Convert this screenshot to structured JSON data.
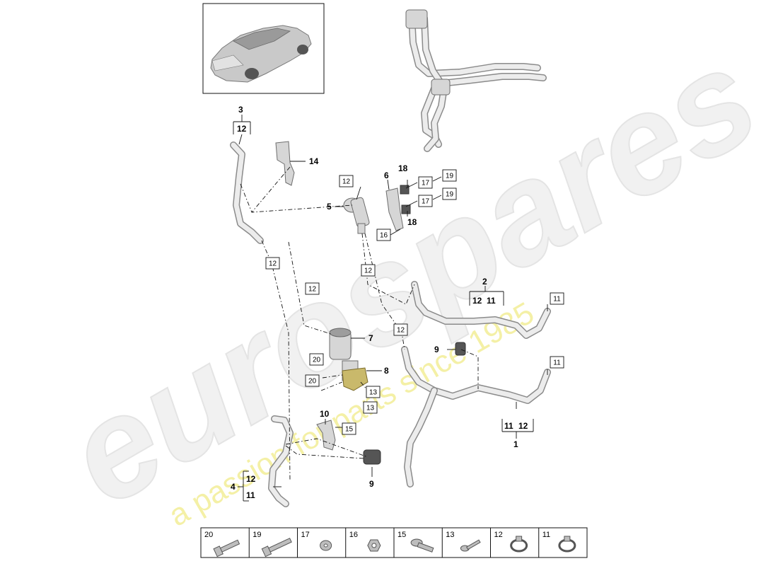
{
  "watermark": {
    "brand": "eurospares",
    "tagline": "a passion for parts since 1985"
  },
  "callouts": [
    {
      "id": "c3",
      "text": "3"
    },
    {
      "id": "c3sub",
      "text": "12"
    },
    {
      "id": "c14",
      "text": "14"
    },
    {
      "id": "c5",
      "text": "5"
    },
    {
      "id": "c6",
      "text": "6"
    },
    {
      "id": "c18a",
      "text": "18"
    },
    {
      "id": "c18b",
      "text": "18"
    },
    {
      "id": "c2",
      "text": "2"
    },
    {
      "id": "c2a",
      "text": "12"
    },
    {
      "id": "c2b",
      "text": "11"
    },
    {
      "id": "c7",
      "text": "7"
    },
    {
      "id": "c8",
      "text": "8"
    },
    {
      "id": "c9a",
      "text": "9"
    },
    {
      "id": "c9b",
      "text": "9"
    },
    {
      "id": "c10",
      "text": "10"
    },
    {
      "id": "c1",
      "text": "1"
    },
    {
      "id": "c1a",
      "text": "11"
    },
    {
      "id": "c1b",
      "text": "12"
    },
    {
      "id": "c4",
      "text": "4"
    },
    {
      "id": "c4a",
      "text": "12"
    },
    {
      "id": "c4b",
      "text": "11"
    }
  ],
  "boxes": [
    {
      "id": "b19a",
      "text": "19"
    },
    {
      "id": "b17a",
      "text": "17"
    },
    {
      "id": "b19b",
      "text": "19"
    },
    {
      "id": "b17b",
      "text": "17"
    },
    {
      "id": "b12a",
      "text": "12"
    },
    {
      "id": "b16",
      "text": "16"
    },
    {
      "id": "b12b",
      "text": "12"
    },
    {
      "id": "b12c",
      "text": "12"
    },
    {
      "id": "b12d",
      "text": "12"
    },
    {
      "id": "b12e",
      "text": "12"
    },
    {
      "id": "b11a",
      "text": "11"
    },
    {
      "id": "b11b",
      "text": "11"
    },
    {
      "id": "b20a",
      "text": "20"
    },
    {
      "id": "b20b",
      "text": "20"
    },
    {
      "id": "b13a",
      "text": "13"
    },
    {
      "id": "b13b",
      "text": "13"
    },
    {
      "id": "b15",
      "text": "15"
    }
  ],
  "legend": [
    {
      "num": "20",
      "icon": "bolt-flange-icon"
    },
    {
      "num": "19",
      "icon": "bolt-long-icon"
    },
    {
      "num": "17",
      "icon": "washer-icon"
    },
    {
      "num": "16",
      "icon": "nut-icon"
    },
    {
      "num": "15",
      "icon": "bolt-washer-icon"
    },
    {
      "num": "13",
      "icon": "screw-icon"
    },
    {
      "num": "12",
      "icon": "hose-clamp-icon"
    },
    {
      "num": "11",
      "icon": "hose-clamp-icon"
    }
  ]
}
